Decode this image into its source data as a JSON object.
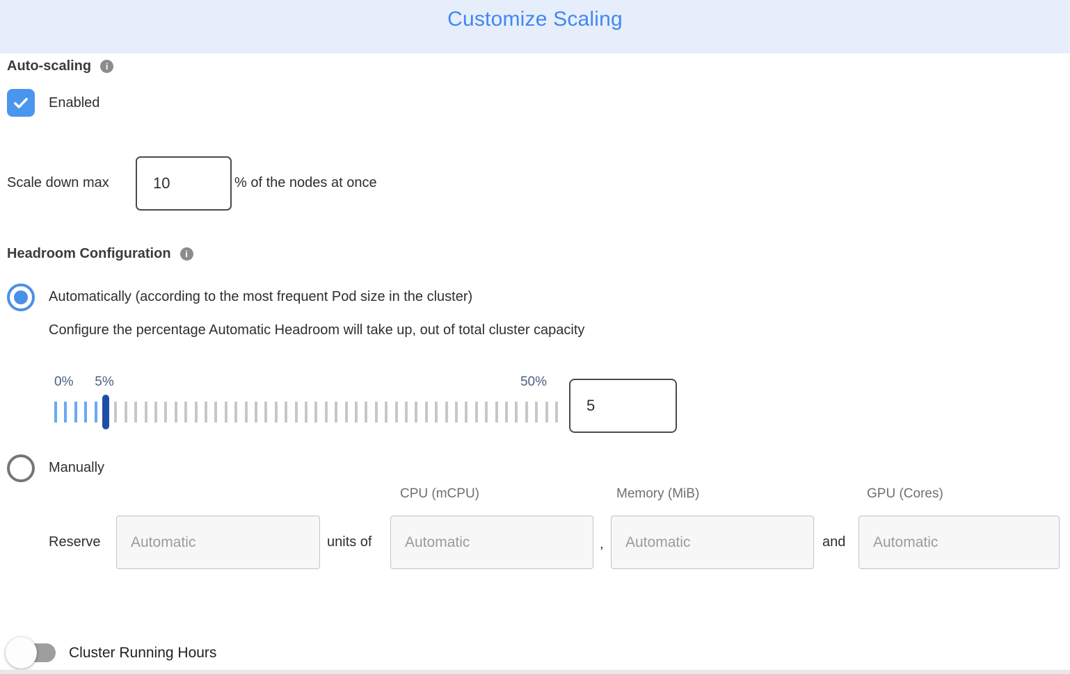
{
  "dialog": {
    "title": "Customize Scaling"
  },
  "auto_scaling": {
    "section_label": "Auto-scaling",
    "enabled_checkbox": {
      "checked": true,
      "label": "Enabled"
    }
  },
  "scale_down": {
    "label_prefix": "Scale down max",
    "value": "10",
    "label_suffix": "% of the nodes at once"
  },
  "headroom": {
    "section_label": "Headroom Configuration",
    "automatic_option": {
      "selected": true,
      "label": "Automatically (according to the most frequent Pod size in the cluster)",
      "description": "Configure the percentage Automatic Headroom will take up, out of total cluster capacity"
    },
    "slider": {
      "min": 0,
      "max": 50,
      "value": 5,
      "min_label": "0%",
      "value_label": "5%",
      "max_label": "50%"
    },
    "percentage_input": {
      "value": "5"
    },
    "manual_option": {
      "selected": false,
      "label": "Manually"
    },
    "reserve": {
      "label": "Reserve",
      "units_of_label": "units of",
      "comma_separator": ",",
      "and_label": "and",
      "column_headers": [
        "CPU (mCPU)",
        "Memory (MiB)",
        "GPU (Cores)"
      ],
      "inputs_placeholder": "Automatic"
    }
  },
  "cluster_running_hours": {
    "label": "Cluster Running Hours",
    "enabled": false
  },
  "colors": {
    "accent_blue": "#4187f2",
    "header_bg": "#e7eefb",
    "control_blue": "#4a96ee",
    "slider_tick_blue": "#6aa8f3",
    "slider_thumb_blue": "#1d4fa6",
    "slider_tick_gray": "#c7c7c7",
    "slider_label_color": "#4d5e85",
    "toggle_track_gray": "#9e9e9e"
  }
}
